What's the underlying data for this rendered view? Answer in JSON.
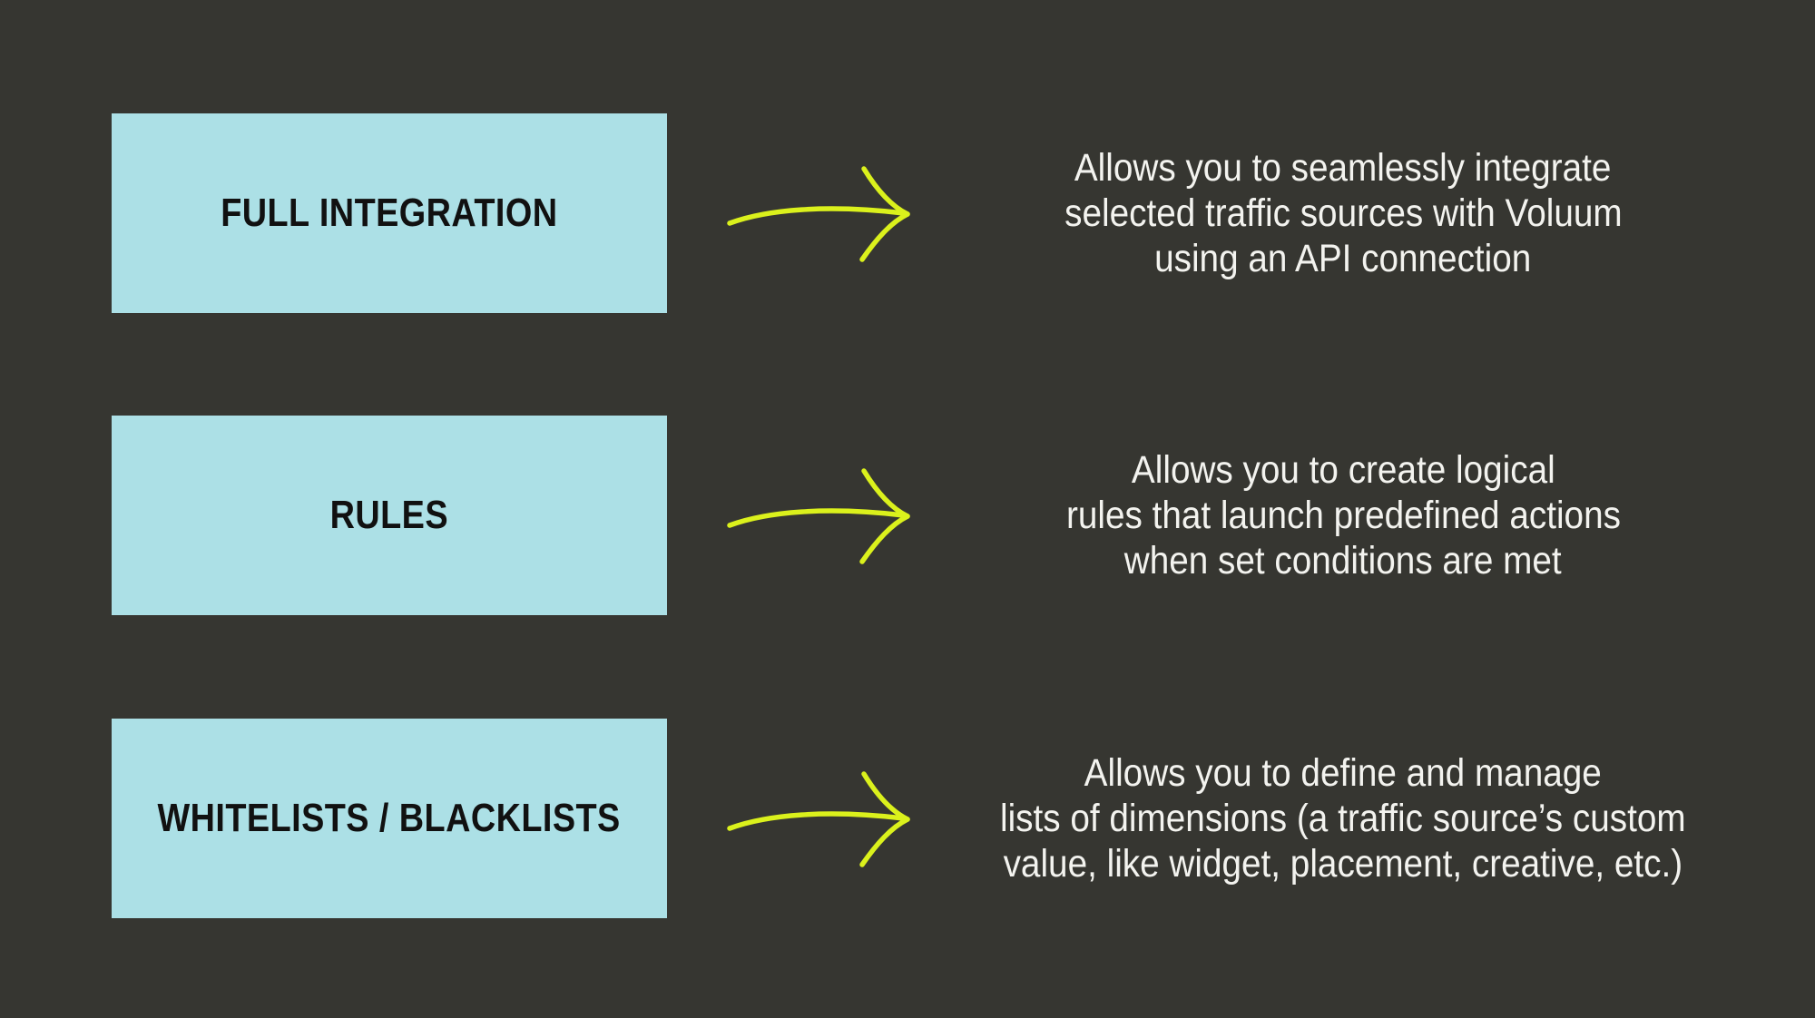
{
  "theme": {
    "background_color": "#363631",
    "box_color": "#ace0e6",
    "box_text_color": "#111111",
    "arrow_color": "#dbf11c",
    "description_text_color": "#f3f3ef"
  },
  "features": [
    {
      "label": "FULL INTEGRATION",
      "arrow": "curved-arrow-right-icon",
      "description_lines": [
        "Allows you to seamlessly integrate",
        "selected traffic sources with Voluum",
        "using an API connection"
      ]
    },
    {
      "label": "RULES",
      "arrow": "curved-arrow-right-icon",
      "description_lines": [
        "Allows you to create logical",
        "rules that launch predefined actions",
        "when set conditions are met"
      ]
    },
    {
      "label": "WHITELISTS / BLACKLISTS",
      "arrow": "curved-arrow-right-icon",
      "description_lines": [
        "Allows you to define and manage",
        "lists of dimensions (a traffic source’s custom",
        "value, like widget, placement, creative, etc.)"
      ]
    }
  ]
}
